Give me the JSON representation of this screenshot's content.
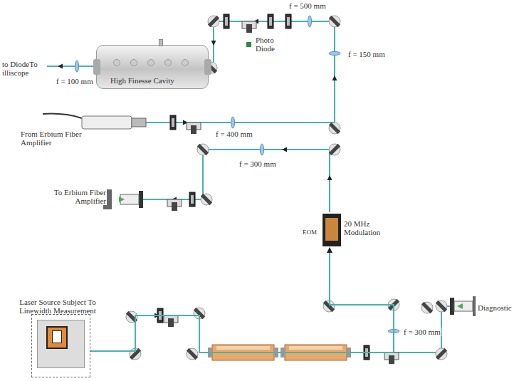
{
  "diagram": {
    "nodes": [
      {
        "text": [
          "Laser Source Subject To Linewidth Measurement"
        ]
      },
      {
        "text": [
          "EOM",
          "20 MHz Modulation"
        ]
      },
      {
        "text": [
          "High Finesse Cavity"
        ]
      }
    ],
    "edges": [
      {
        "from": 0,
        "to": 1,
        "arrow": "to"
      }
    ],
    "labels": [
      "f = 500 mm",
      "Photo Diode",
      "f = 150 mm",
      "to DiodeTo illiscope",
      "f = 100 mm",
      "From Erbium Fiber Amplifier",
      "f = 400 mm",
      "f = 300 mm",
      "To Erbium Fiber Amplifier",
      "Diagnostic",
      "f = 300 mm"
    ]
  }
}
